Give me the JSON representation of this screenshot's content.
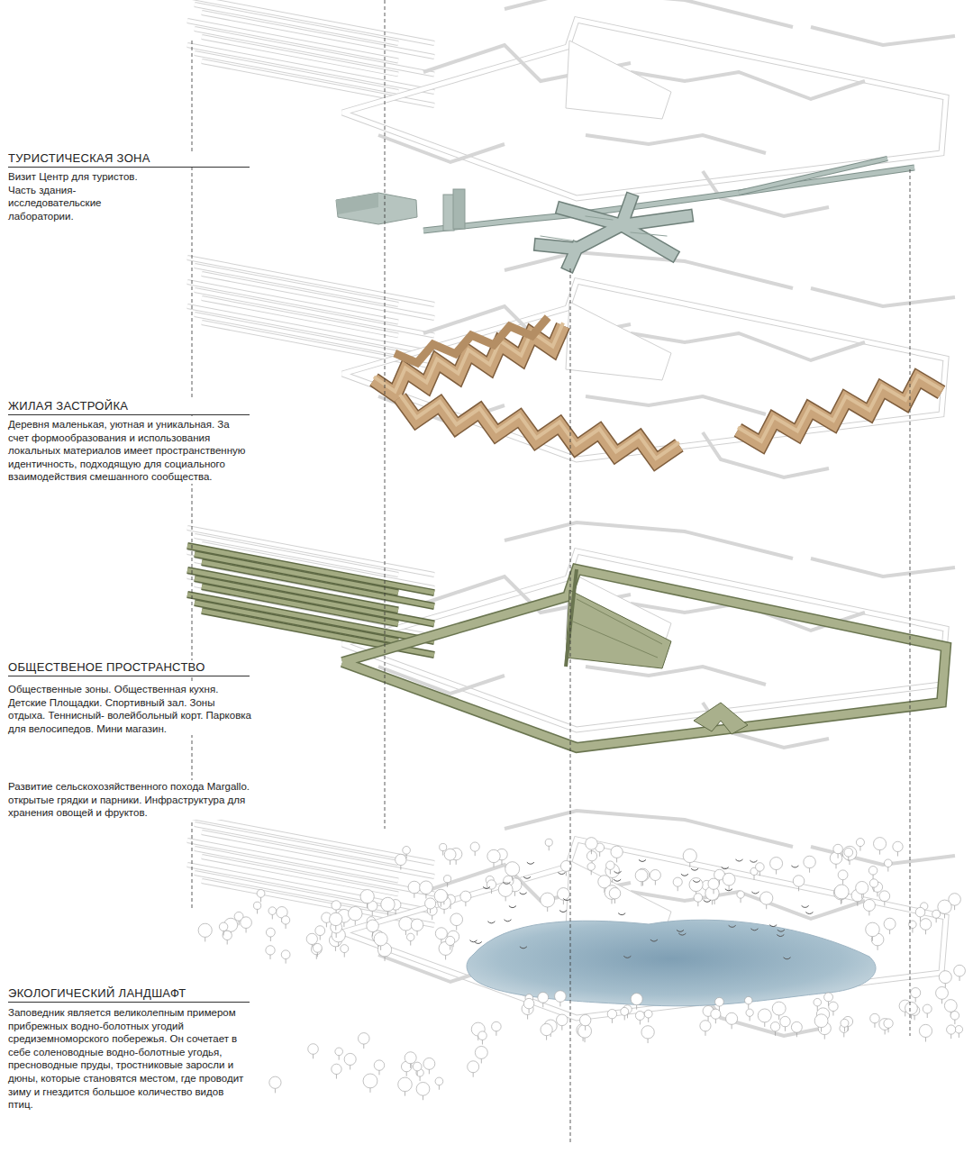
{
  "diagram": {
    "labels": [
      "ТУРИСТИЧЕСКАЯ ЗОНА",
      "Визит Центр для туристов. Часть здания- исследовательские лаборатории.",
      "ЖИЛАЯ ЗАСТРОЙКА",
      "Деревня маленькая, уютная и уникальная. За счет формообразования и использования локальных материалов имеет пространственную идентичность, подходящую для социального взаимодействия смешанного сообщества.",
      "ОБЩЕСТВЕНОЕ ПРОСТРАНСТВО",
      "Общественные зоны. Общественная кухня. Детские Площадки. Спортивный зал. Зоны отдыха. Теннисный- волейбольный корт. Парковка для велосипедов. Мини магазин.",
      "Развитие сельскохозяйственного похода Margallo. открытые грядки и парники. Инфраструктура для хранения овощей и фруктов.",
      "ЭКОЛОГИЧЕСКИЙ ЛАНДШАФТ",
      "Заповедник является великолепным примером прибрежных водно-болотных угодий средиземноморского побережья. Он сочетает в себе соленоводные водно-болотные угодья, пресноводные пруды, тростниковые заросли и дюны, которые становятся местом, где проводит зиму и гнездится большое количество видов птиц."
    ]
  }
}
